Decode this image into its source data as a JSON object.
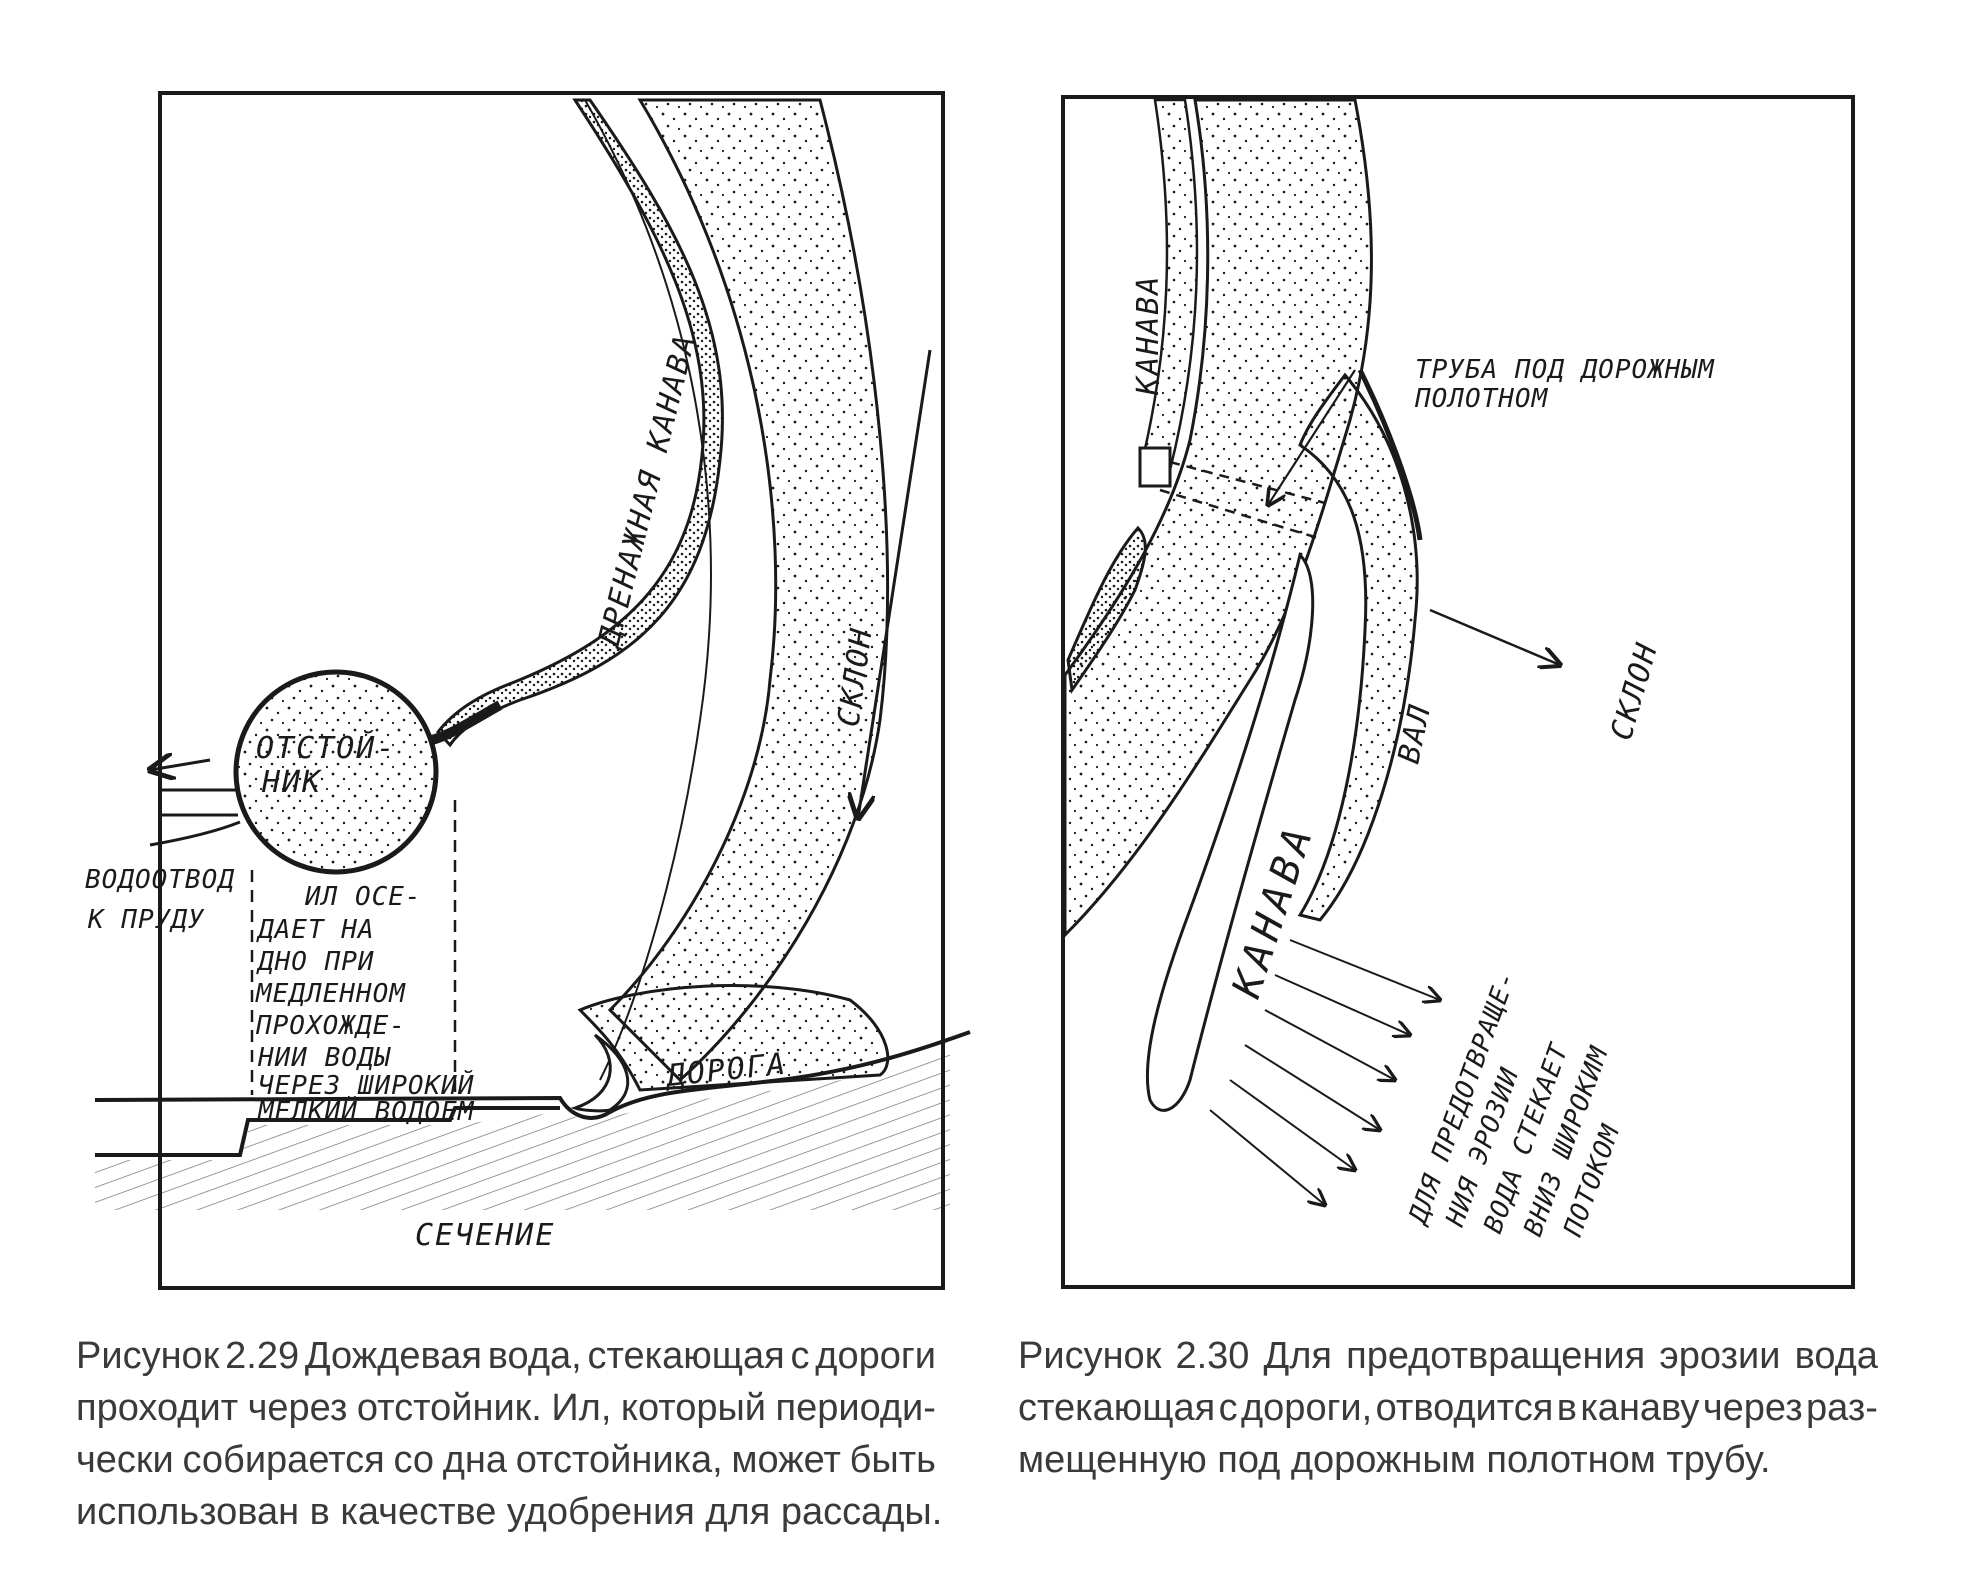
{
  "figure1": {
    "labels": {
      "drainage_ditch": "ДРЕНАЖНАЯ КАНАВА",
      "slope": "СКЛОН",
      "settling_tank_line1": "ОТСТОЙ-",
      "settling_tank_line2": "НИК",
      "outflow_line1": "ВОДООТВОД",
      "outflow_line2": "К ПРУДУ",
      "silt_note": [
        "ИЛ ОСЕ-",
        "ДАЕТ НА",
        "ДНО ПРИ",
        "МЕДЛЕННОМ",
        "ПРОХОЖДЕ-",
        "НИИ ВОДЫ",
        "ЧЕРЕЗ ШИРОКИЙ",
        "МЕЛКИЙ ВОДОЕМ"
      ],
      "road": "ДОРОГА",
      "section": "СЕЧЕНИЕ"
    },
    "caption": [
      [
        "Рисунок",
        "2.29",
        "Дождевая",
        "вода,",
        "стекающая",
        "с",
        "дороги"
      ],
      [
        "проходит",
        "через",
        "отстойник.",
        "Ил,",
        "который",
        "периоди-"
      ],
      [
        "чески",
        "собирается",
        "со",
        "дна",
        "отстойника,",
        "может",
        "быть"
      ],
      [
        "использован в качестве удобрения для рассады."
      ]
    ]
  },
  "figure2": {
    "labels": {
      "ditch_top": "КАНАВА",
      "pipe_line1": "ТРУБА ПОД ДОРОЖНЫМ",
      "pipe_line2": "ПОЛОТНОМ",
      "berm": "ВАЛ",
      "slope": "СКЛОН",
      "ditch_main": "КАНАВА",
      "erosion_note": [
        "ДЛЯ ПРЕДОТВРАЩЕ-",
        "НИЯ ЭРОЗИИ",
        "ВОДА СТЕКАЕТ",
        "ВНИЗ ШИРОКИМ",
        "ПОТОКОМ"
      ]
    },
    "caption": [
      [
        "Рисунок",
        "2.30",
        "Для",
        "предотвращения",
        "эрозии",
        "вода"
      ],
      [
        "стекающая",
        "с",
        "дороги,",
        "отводится",
        "в",
        "канаву",
        "через",
        "раз-"
      ],
      [
        "мещенную под дорожным полотном трубу."
      ]
    ]
  },
  "colors": {
    "ink": "#1a1a1a",
    "caption": "#3a3a3a",
    "paper": "#ffffff"
  }
}
